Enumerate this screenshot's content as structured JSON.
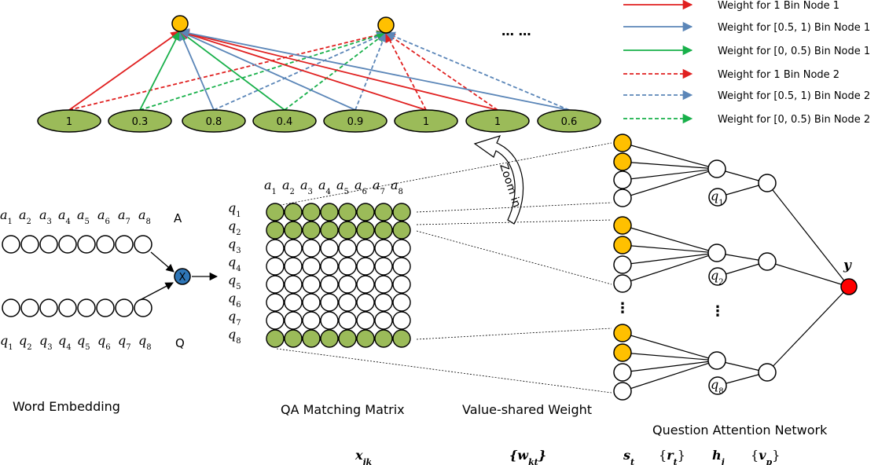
{
  "colors": {
    "red": "#e02020",
    "blue": "#5b86b8",
    "green": "#18b04a",
    "node_green": "#9bbb59",
    "node_orange": "#ffc000",
    "mult_blue": "#2e75b6",
    "output_red": "#ff0000"
  },
  "top_bins": [
    "1",
    "0.3",
    "0.8",
    "0.4",
    "0.9",
    "1",
    "1",
    "0.6"
  ],
  "top_ellipsis": "… …",
  "legend": [
    {
      "label": "Weight for 1 Bin Node 1",
      "color": "#e02020",
      "dashed": false
    },
    {
      "label": "Weight for [0.5, 1) Bin Node 1",
      "color": "#5b86b8",
      "dashed": false
    },
    {
      "label": "Weight for [0, 0.5)  Bin Node 1",
      "color": "#18b04a",
      "dashed": false
    },
    {
      "label": "Weight for 1  Bin Node 2",
      "color": "#e02020",
      "dashed": true
    },
    {
      "label": "Weight for [0.5, 1) Bin Node 2",
      "color": "#5b86b8",
      "dashed": true
    },
    {
      "label": "Weight for [0, 0.5) Bin Node 2",
      "color": "#18b04a",
      "dashed": true
    }
  ],
  "zoom_label": "Zoom in",
  "embedding": {
    "a_words": [
      "a1",
      "a2",
      "a3",
      "a4",
      "a5",
      "a6",
      "a7",
      "a8"
    ],
    "q_words": [
      "q1",
      "q2",
      "q3",
      "q4",
      "q5",
      "q6",
      "q7",
      "q8"
    ],
    "a_tag": "A",
    "q_tag": "Q",
    "mult_symbol": "X",
    "caption": "Word Embedding"
  },
  "matrix": {
    "cols": [
      "a1",
      "a2",
      "a3",
      "a4",
      "a5",
      "a6",
      "a7",
      "a8"
    ],
    "rows": [
      "q1",
      "q2",
      "q3",
      "q4",
      "q5",
      "q6",
      "q7",
      "q8"
    ],
    "highlighted_rows": [
      0,
      1,
      7
    ],
    "caption": "QA Matching Matrix",
    "var": "x",
    "var_sub": "jk"
  },
  "vsw": {
    "caption": "Value-shared Weight",
    "var": "{w",
    "var_sub": "kt",
    "var_end": "}"
  },
  "qan": {
    "caption": "Question Attention Network",
    "gate_labels": [
      "q1",
      "q2",
      "q8"
    ],
    "vertical_dots": "⋮",
    "output_label": "y",
    "vars": [
      {
        "base": "s",
        "sub": "t",
        "pre": "",
        "post": ""
      },
      {
        "base": "r",
        "sub": "t",
        "pre": "{",
        "post": "}"
      },
      {
        "base": "h",
        "sub": "j",
        "pre": "",
        "post": ""
      },
      {
        "base": "v",
        "sub": "p",
        "pre": "{",
        "post": "}"
      }
    ]
  }
}
